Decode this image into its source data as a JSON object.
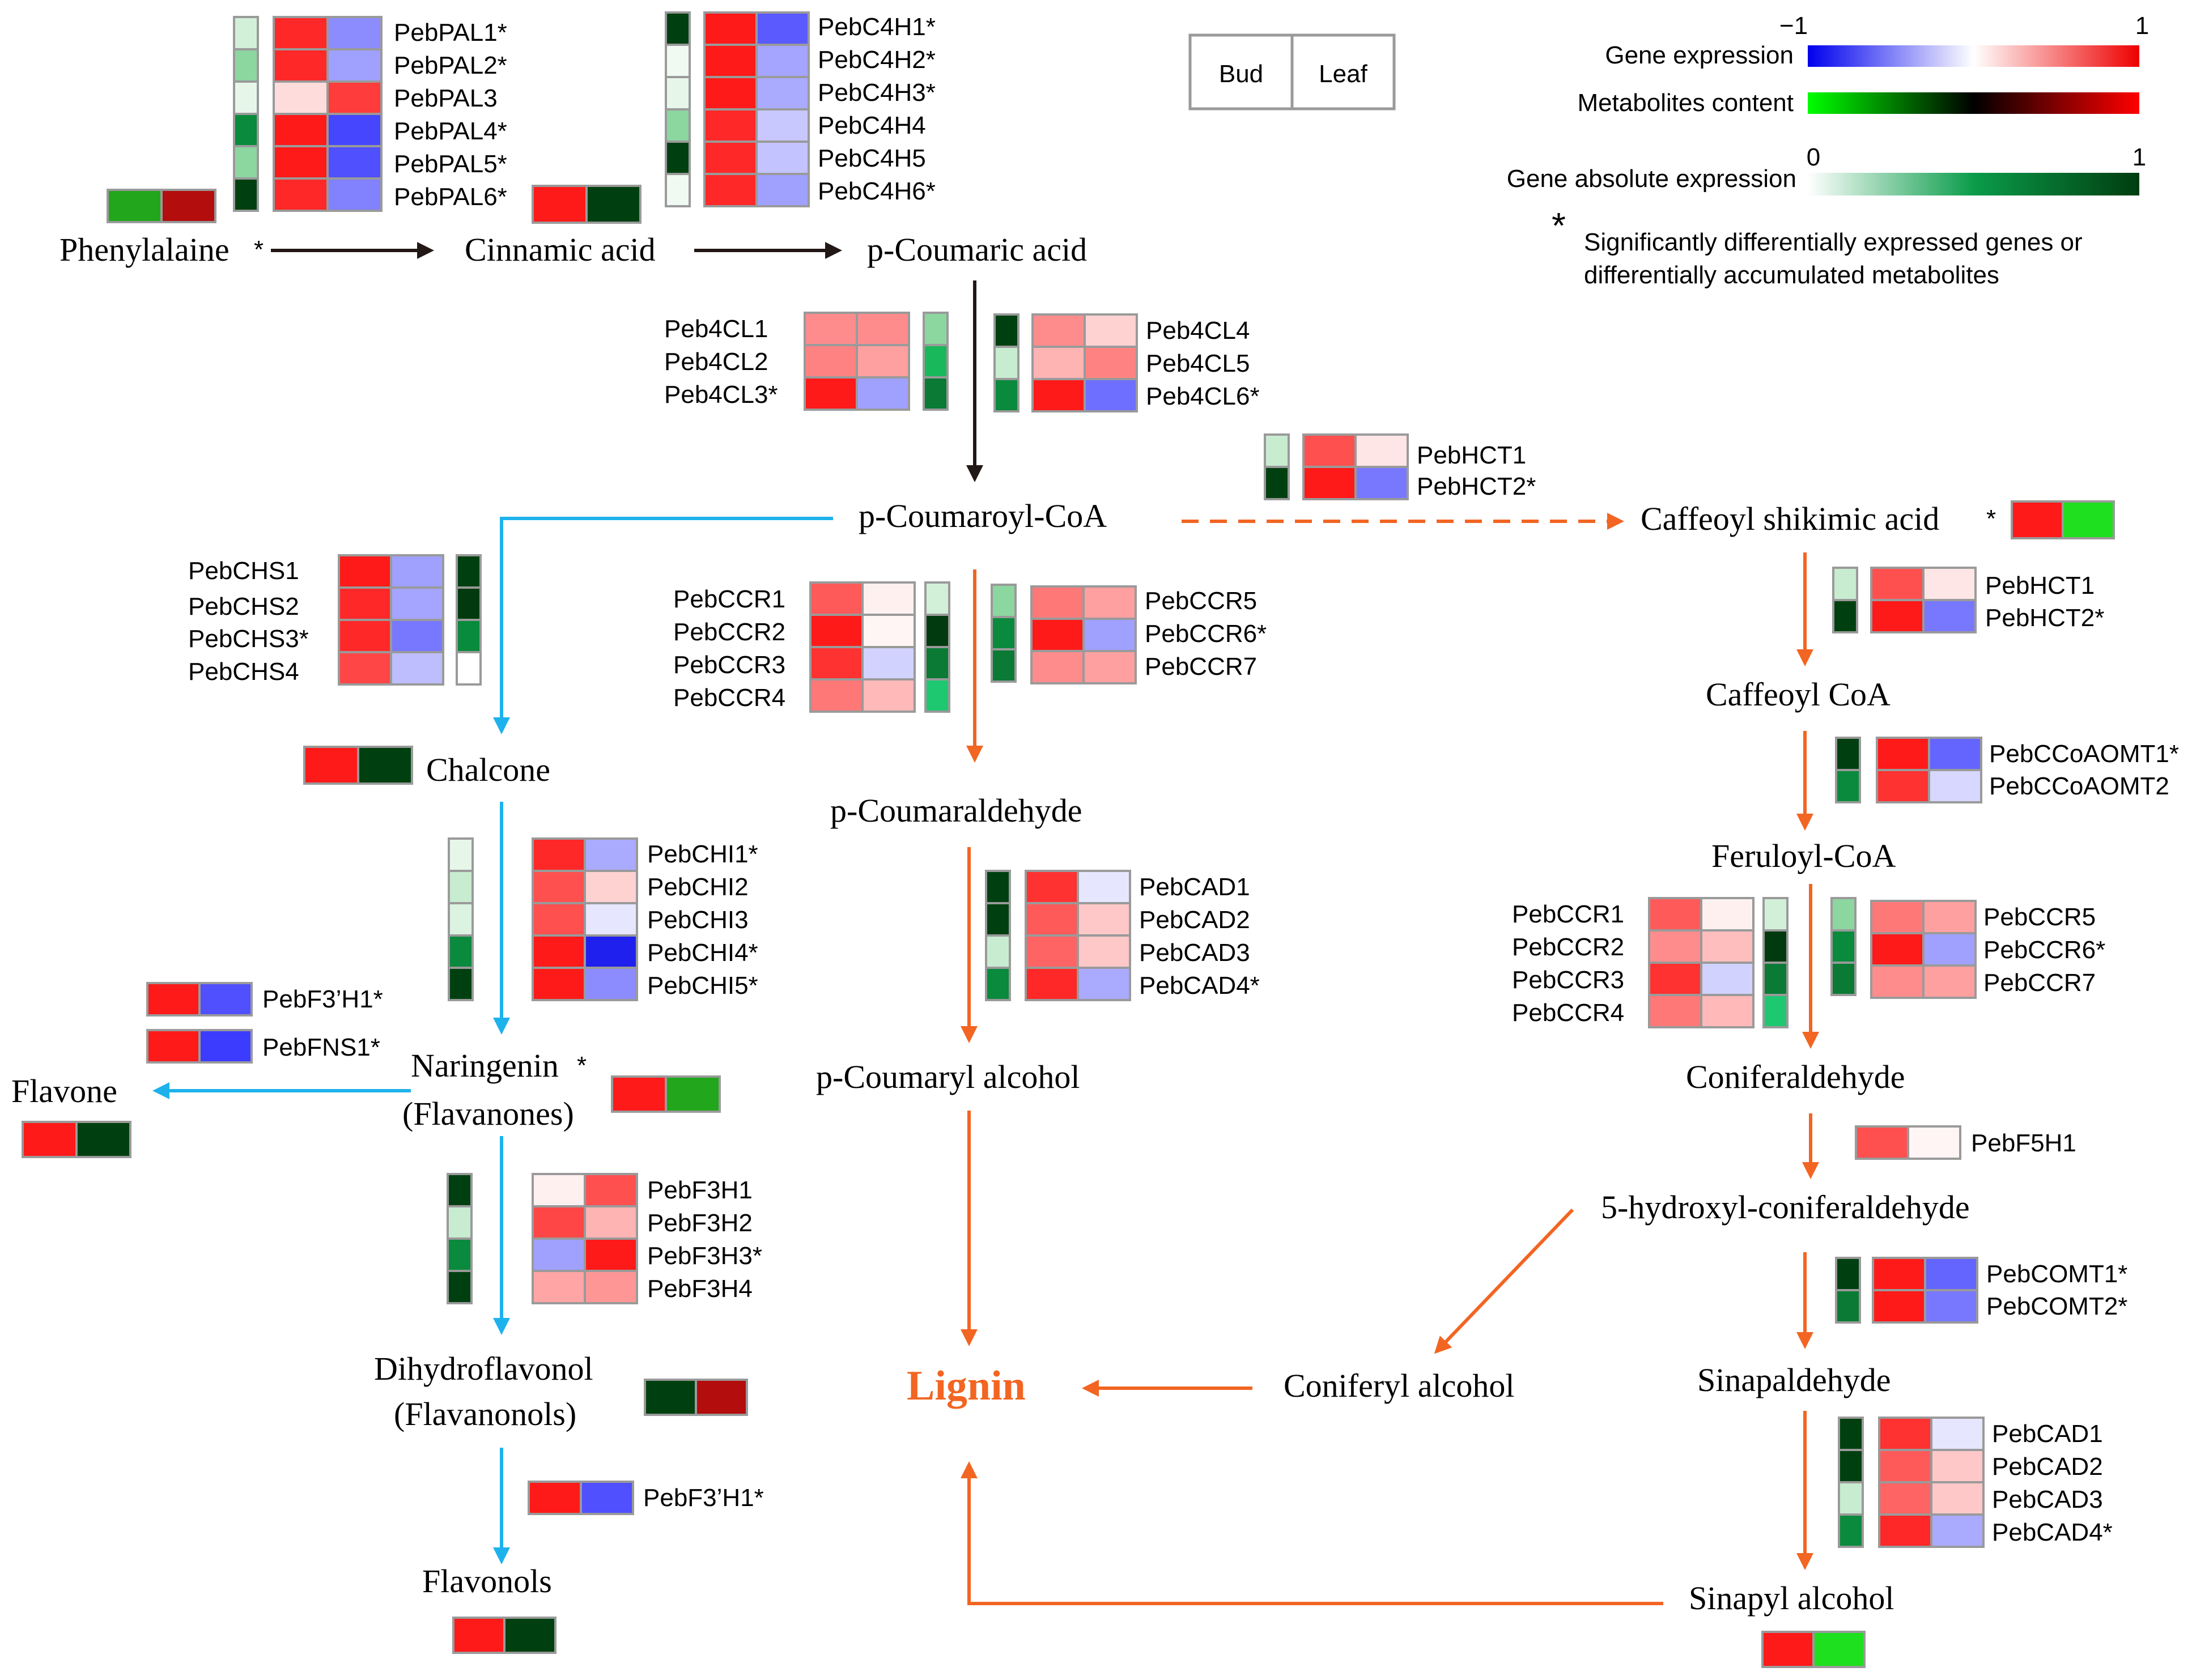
{
  "legend": {
    "bud": "Bud",
    "leaf": "Leaf",
    "gene_expression": "Gene expression",
    "metabolites_content": "Metabolites content",
    "gene_absolute_expression": "Gene absolute expression",
    "expr_min": "−1",
    "expr_max": "1",
    "abs_min": "0",
    "abs_max": "1",
    "asterisk": "*",
    "note_line1": "Significantly differentially expressed genes or",
    "note_line2": "differentially accumulated metabolites"
  },
  "colors": {
    "arrow_main": "#231815",
    "arrow_flavonoid": "#1eb2ec",
    "arrow_lignin": "#f26522",
    "cell_border": "#9a9a9a"
  },
  "metabolites": {
    "phenylalaine": "Phenylalaine",
    "cinnamic": "Cinnamic acid",
    "pcoumaric": "p-Coumaric acid",
    "pcoumaroylcoa": "p-Coumaroyl-CoA",
    "caffeoyl_shikimic": "Caffeoyl shikimic acid",
    "caffeoyl_coa": "Caffeoyl CoA",
    "feruloyl_coa": "Feruloyl-CoA",
    "coniferaldehyde": "Coniferaldehyde",
    "hydroxy_coniferaldehyde": "5-hydroxyl-coniferaldehyde",
    "sinapaldehyde": "Sinapaldehyde",
    "sinapyl_alcohol": "Sinapyl alcohol",
    "coniferyl_alcohol": "Coniferyl alcohol",
    "lignin": "Lignin",
    "pcoumaraldehyde": "p-Coumaraldehyde",
    "pcoumaryl_alcohol": "p-Coumaryl alcohol",
    "chalcone": "Chalcone",
    "naringenin": "Naringenin",
    "flavanones": "(Flavanones)",
    "flavone": "Flavone",
    "dihydroflavonol": "Dihydroflavonol",
    "flavanonols": "(Flavanonols)",
    "flavonols": "Flavonols"
  },
  "genes": {
    "pal": [
      "PebPAL1*",
      "PebPAL2*",
      "PebPAL3",
      "PebPAL4*",
      "PebPAL5*",
      "PebPAL6*"
    ],
    "c4h": [
      "PebC4H1*",
      "PebC4H2*",
      "PebC4H3*",
      "PebC4H4",
      "PebC4H5",
      "PebC4H6*"
    ],
    "fourcl_a": [
      "Peb4CL1",
      "Peb4CL2",
      "Peb4CL3*"
    ],
    "fourcl_b": [
      "Peb4CL4",
      "Peb4CL5",
      "Peb4CL6*"
    ],
    "hct": [
      "PebHCT1",
      "PebHCT2*"
    ],
    "chs": [
      "PebCHS1",
      "PebCHS2",
      "PebCHS3*",
      "PebCHS4"
    ],
    "ccr_a": [
      "PebCCR1",
      "PebCCR2",
      "PebCCR3",
      "PebCCR4"
    ],
    "ccr_b": [
      "PebCCR5",
      "PebCCR6*",
      "PebCCR7"
    ],
    "chi": [
      "PebCHI1*",
      "PebCHI2",
      "PebCHI3",
      "PebCHI4*",
      "PebCHI5*"
    ],
    "cad": [
      "PebCAD1",
      "PebCAD2",
      "PebCAD3",
      "PebCAD4*"
    ],
    "f3prime_h": "PebF3’H1*",
    "fns": "PebFNS1*",
    "f3h": [
      "PebF3H1",
      "PebF3H2",
      "PebF3H3*",
      "PebF3H4"
    ],
    "ccoaomt": [
      "PebCCoAOMT1*",
      "PebCCoAOMT2"
    ],
    "f5h": "PebF5H1",
    "comt": [
      "PebCOMT1*",
      "PebCOMT2*"
    ]
  }
}
